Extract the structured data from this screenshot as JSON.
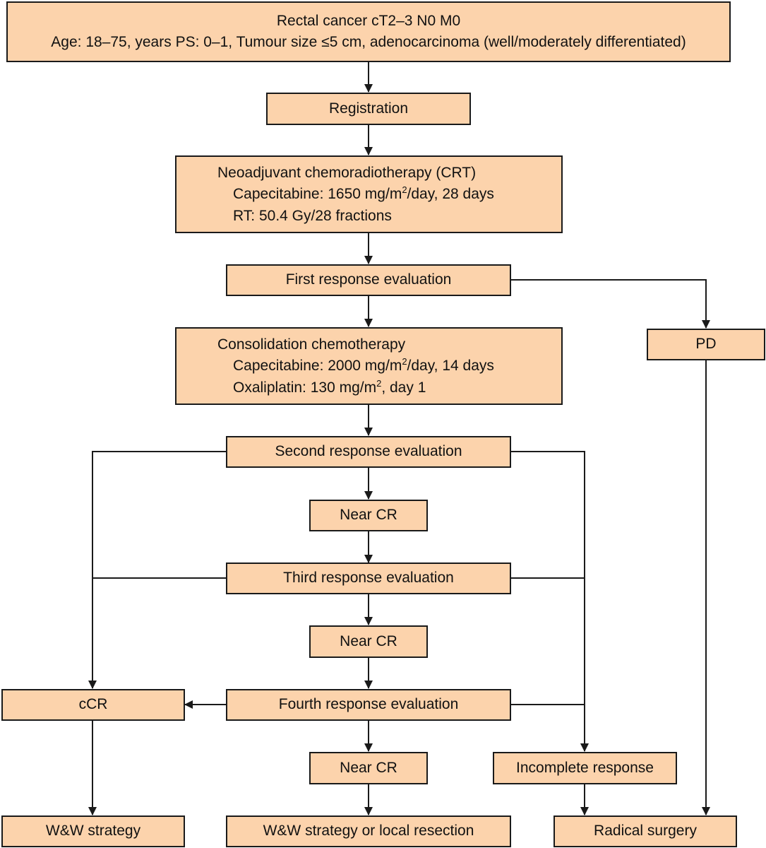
{
  "eligibility": {
    "line1": "Rectal cancer cT2–3 N0  M0",
    "line2": "Age: 18–75, years PS: 0–1, Tumour size ≤5 cm, adenocarcinoma (well/moderately differentiated)"
  },
  "registration": "Registration",
  "crt": {
    "title": "Neoadjuvant chemoradiotherapy (CRT)",
    "capecitabine_pre": "Capecitabine: 1650 mg/m",
    "capecitabine_sup": "2",
    "capecitabine_post": "/day, 28 days",
    "rt": "RT: 50.4 Gy/28 fractions"
  },
  "first_eval": "First response evaluation",
  "pd": "PD",
  "consolidation": {
    "title": "Consolidation chemotherapy",
    "capecitabine_pre": "Capecitabine: 2000 mg/m",
    "capecitabine_sup": "2",
    "capecitabine_post": "/day, 14 days",
    "oxaliplatin_pre": "Oxaliplatin: 130 mg/m",
    "oxaliplatin_sup": "2",
    "oxaliplatin_post": ", day 1"
  },
  "second_eval": "Second response evaluation",
  "near_cr_1": "Near CR",
  "third_eval": "Third response evaluation",
  "near_cr_2": "Near CR",
  "ccr": "cCR",
  "fourth_eval": "Fourth response evaluation",
  "near_cr_3": "Near CR",
  "incomplete": "Incomplete response",
  "ww": "W&W strategy",
  "ww_local": "W&W strategy or local resection",
  "radical": "Radical surgery",
  "colors": {
    "box_fill": "#fcd3ac",
    "stroke": "#1a1a1a"
  }
}
